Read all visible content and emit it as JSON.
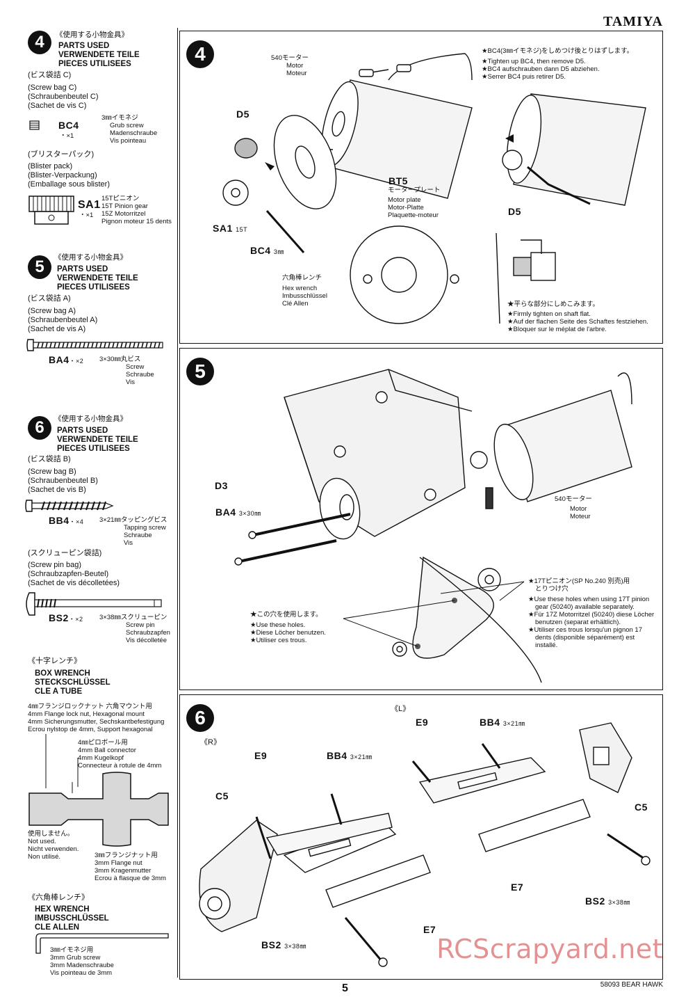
{
  "brand": "TAMIYA",
  "page_number": "5",
  "footer_model": "58093 BEAR HAWK",
  "watermark": "RCScrapyard.net",
  "sidebar": {
    "s4": {
      "num": "4",
      "jp": "《使用する小物金具》",
      "h1": "PARTS USED",
      "h2": "VERWENDETE TEILE",
      "h3": "PIECES UTILISEES",
      "bag_jp": "(ビス袋詰 C)",
      "bag_en": "(Screw bag C)",
      "bag_de": "(Schraubenbeutel C)",
      "bag_fr": "(Sachet de vis C)",
      "bc4_code": "BC4",
      "bc4_qty": "・×1",
      "bc4_jp": "3㎜イモネジ",
      "bc4_en": "Grub screw",
      "bc4_de": "Madenschraube",
      "bc4_fr": "Vis pointeau",
      "blister_jp": "(ブリスターパック)",
      "blister_en": "(Blister pack)",
      "blister_de": "(Blister-Verpackung)",
      "blister_fr": "(Emballage sous blister)",
      "sa1_code": "SA1",
      "sa1_qty": "・×1",
      "sa1_jp": "15Tピニオン",
      "sa1_en": "15T Pinion gear",
      "sa1_de": "15Z Motorritzel",
      "sa1_fr": "Pignon moteur 15 dents"
    },
    "s5": {
      "num": "5",
      "jp": "《使用する小物金具》",
      "h1": "PARTS USED",
      "h2": "VERWENDETE TEILE",
      "h3": "PIECES UTILISEES",
      "bag_jp": "(ビス袋詰 A)",
      "bag_en": "(Screw bag A)",
      "bag_de": "(Schraubenbeutel A)",
      "bag_fr": "(Sachet de vis A)",
      "ba4_code": "BA4",
      "ba4_qty": "・×2",
      "ba4_jp": "3×30㎜丸ビス",
      "ba4_en": "Screw",
      "ba4_de": "Schraube",
      "ba4_fr": "Vis"
    },
    "s6": {
      "num": "6",
      "jp": "《使用する小物金具》",
      "h1": "PARTS USED",
      "h2": "VERWENDETE TEILE",
      "h3": "PIECES UTILISEES",
      "bag_jp": "(ビス袋詰 B)",
      "bag_en": "(Screw bag B)",
      "bag_de": "(Schraubenbeutel B)",
      "bag_fr": "(Sachet de vis B)",
      "bb4_code": "BB4",
      "bb4_qty": "・×4",
      "bb4_jp": "3×21㎜タッピングビス",
      "bb4_en": "Tapping screw",
      "bb4_de": "Schraube",
      "bb4_fr": "Vis",
      "pin_jp": "(スクリューピン袋詰)",
      "pin_en": "(Screw pin bag)",
      "pin_de": "(Schraubzapfen-Beutel)",
      "pin_fr": "(Sachet de vis décolletées)",
      "bs2_code": "BS2",
      "bs2_qty": "・×2",
      "bs2_jp": "3×38㎜スクリューピン",
      "bs2_en": "Screw pin",
      "bs2_de": "Schraubzapfen",
      "bs2_fr": "Vis décolletée"
    },
    "box": {
      "jp": "《十字レンチ》",
      "en": "BOX WRENCH",
      "de": "STECKSCHLÜSSEL",
      "fr": "CLE A TUBE",
      "top_jp": "4㎜フランジロックナット 六角マウント用",
      "top_en": "4mm Flange lock nut, Hexagonal mount",
      "top_de": "4mm Sicherungsmutter, Sechskantbefestigung",
      "top_fr": "Ecrou nylstop de 4mm, Support hexagonal",
      "ball_jp": "4㎜ピロボール用",
      "ball_en": "4mm Ball connector",
      "ball_de": "4mm Kugelkopf",
      "ball_fr": "Connecteur à rotule de 4mm",
      "nu_jp": "使用しません。",
      "nu_en": "Not used.",
      "nu_de": "Nicht verwenden.",
      "nu_fr": "Non utilisé.",
      "fl_jp": "3㎜フランジナット用",
      "fl_en": "3mm Flange nut",
      "fl_de": "3mm Kragenmutter",
      "fl_fr": "Ecrou à flasque de 3mm"
    },
    "hex": {
      "jp": "《六角棒レンチ》",
      "en": "HEX WRENCH",
      "de": "IMBUSSCHLÜSSEL",
      "fr": "CLE ALLEN",
      "g_jp": "3㎜イモネジ用",
      "g_en": "3mm Grub screw",
      "g_de": "3mm Madenschraube",
      "g_fr": "Vis pointeau de 3mm"
    }
  },
  "step4": {
    "num": "4",
    "motor_jp": "540モーター",
    "motor_de": "Motor",
    "motor_fr": "Moteur",
    "d5": "D5",
    "d5b": "D5",
    "bt5": "BT5",
    "bt5_jp": "モータープレート",
    "bt5_en": "Motor plate",
    "bt5_de": "Motor-Platte",
    "bt5_fr": "Plaquette-moteur",
    "sa1": "SA1",
    "sa1_t": "15T",
    "bc4": "BC4",
    "bc4_mm": "3㎜",
    "hex_jp": "六角棒レンチ",
    "hex_en": "Hex wrench",
    "hex_de": "Imbusschlüssel",
    "hex_fr": "Clé Allen",
    "note_jp": "★BC4(3㎜イモネジ)をしめつけ後とりはずします。",
    "note_en": "★Tighten up BC4, then remove D5.",
    "note_de": "★BC4 aufschrauben dann D5 abziehen.",
    "note_fr": "★Serrer BC4 puis retirer D5.",
    "flat_jp": "★平らな部分にしめこみます。",
    "flat_en": "★Firmly tighten on shaft flat.",
    "flat_de": "★Auf der flachen Seite des Schaftes festziehen.",
    "flat_fr": "★Bloquer sur le méplat de l'arbre."
  },
  "step5": {
    "num": "5",
    "d3": "D3",
    "ba4": "BA4",
    "ba4_mm": "3×30㎜",
    "motor_jp": "540モーター",
    "motor_de": "Motor",
    "motor_fr": "Moteur",
    "holes_jp": "★この穴を使用します。",
    "holes_en": "★Use these holes.",
    "holes_de": "★Diese Löcher benutzen.",
    "holes_fr": "★Utiliser ces trous.",
    "t17_jp1": "★17Tピニオン(SP No.240 別売)用",
    "t17_jp2": "とりつけ穴",
    "t17_en1": "★Use these holes when using 17T pinion",
    "t17_en2": "gear (50240) available separately.",
    "t17_de1": "★Für 17Z Motorritzel (50240) diese Löcher",
    "t17_de2": "benutzen (separat erhältlich).",
    "t17_fr1": "★Utiliser ces trous lorsqu'un pignon 17",
    "t17_fr2": "dents (disponible séparément) est",
    "t17_fr3": "installé."
  },
  "step6": {
    "num": "6",
    "l": "《L》",
    "r": "《R》",
    "e9a": "E9",
    "e9b": "E9",
    "bb4a": "BB4",
    "bb4a_mm": "3×21㎜",
    "bb4b": "BB4",
    "bb4b_mm": "3×21㎜",
    "c5a": "C5",
    "c5b": "C5",
    "e7a": "E7",
    "e7b": "E7",
    "bs2a": "BS2",
    "bs2a_mm": "3×38㎜",
    "bs2b": "BS2",
    "bs2b_mm": "3×38㎜"
  }
}
